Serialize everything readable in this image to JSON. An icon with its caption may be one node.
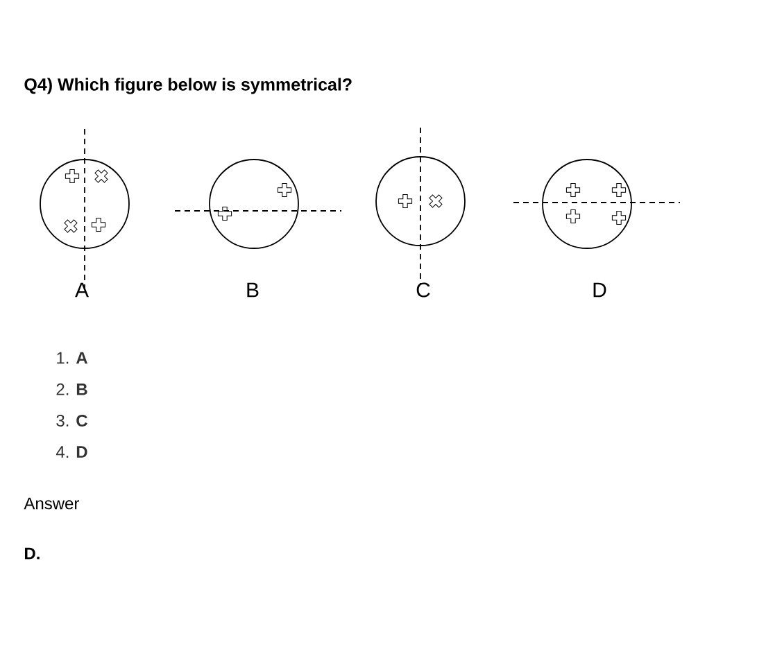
{
  "diagram": {
    "title": "Q4) Which figure below is symmetrical?",
    "labels": [
      "A",
      "B",
      "C",
      "D",
      "1. **A**",
      "2. **B**",
      "3. **C**",
      "4. **D**",
      "Answer",
      "D."
    ]
  }
}
